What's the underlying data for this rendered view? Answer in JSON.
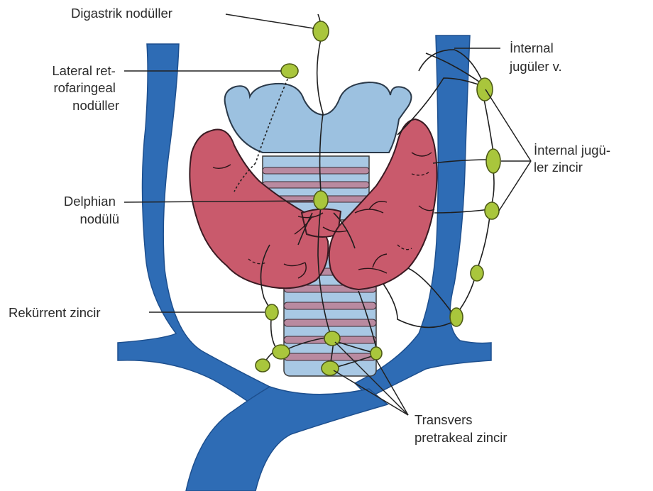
{
  "labels": {
    "digastric": [
      "Digastrik nodüller"
    ],
    "lateral_retro": [
      "Lateral ret-",
      "rofaringeal",
      "nodüller"
    ],
    "internal_jugular_vein": [
      "İnternal",
      "jugüler v."
    ],
    "internal_jugular_chain": [
      "İnternal jugü-",
      "ler zincir"
    ],
    "delphian": [
      "Delphian",
      "nodülü"
    ],
    "recurrent": [
      "Rekürrent zincir"
    ],
    "pretracheal": [
      "Transvers",
      "pretrakeal zincir"
    ]
  },
  "colors": {
    "vein": "#2e6cb5",
    "thyroid": "#c95a6c",
    "cartilage": "#9cc1e0",
    "lymph_node": "#a9c63c"
  }
}
